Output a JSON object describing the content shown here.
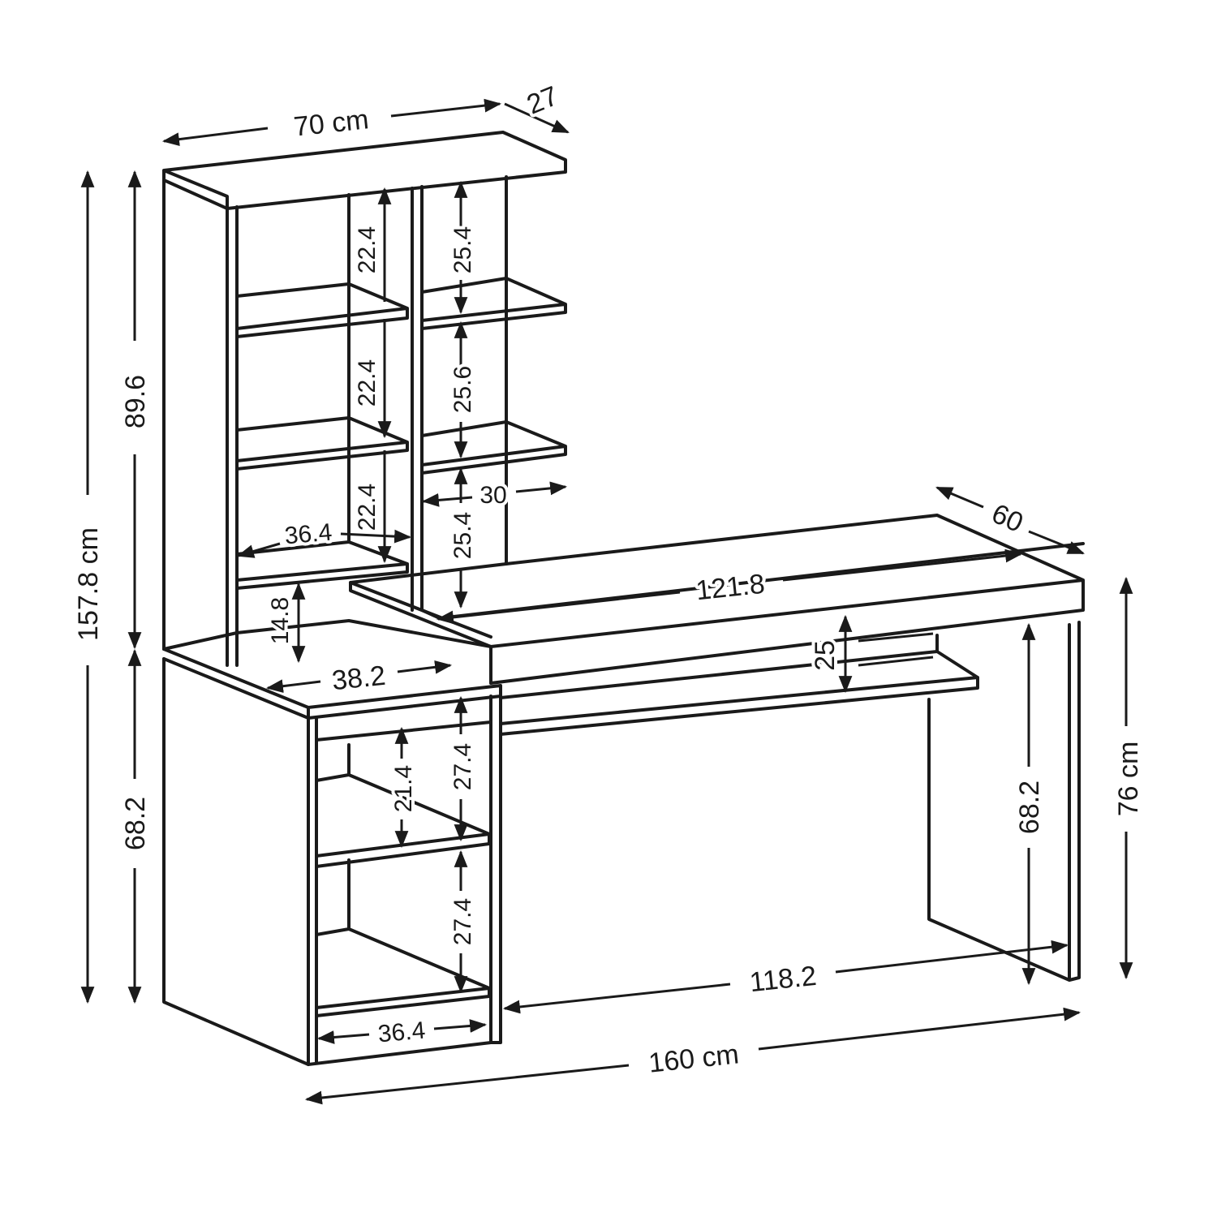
{
  "dimensions": {
    "top_width": "70 cm",
    "top_depth": "27",
    "total_height": "157.8 cm",
    "hutch_height": "89.6",
    "desk_height_left": "68.2",
    "left_shelf_1": "22.4",
    "left_shelf_2": "22.4",
    "left_shelf_3": "22.4",
    "right_shelf_1": "25.4",
    "right_shelf_2": "25.6",
    "right_shelf_3": "25.4",
    "right_shelf_width": "30",
    "left_shelf_width": "36.4",
    "bottom_gap": "14.8",
    "side_top_width": "38.2",
    "desk_top_width": "121.8",
    "desk_depth": "60",
    "drawer_gap": "25",
    "leg_height": "68.2",
    "desk_height": "76 cm",
    "cabinet_shelf_1a": "21.4",
    "cabinet_shelf_1b": "27.4",
    "cabinet_shelf_2": "27.4",
    "cabinet_width": "36.4",
    "knee_width": "118.2",
    "total_width": "160 cm"
  }
}
